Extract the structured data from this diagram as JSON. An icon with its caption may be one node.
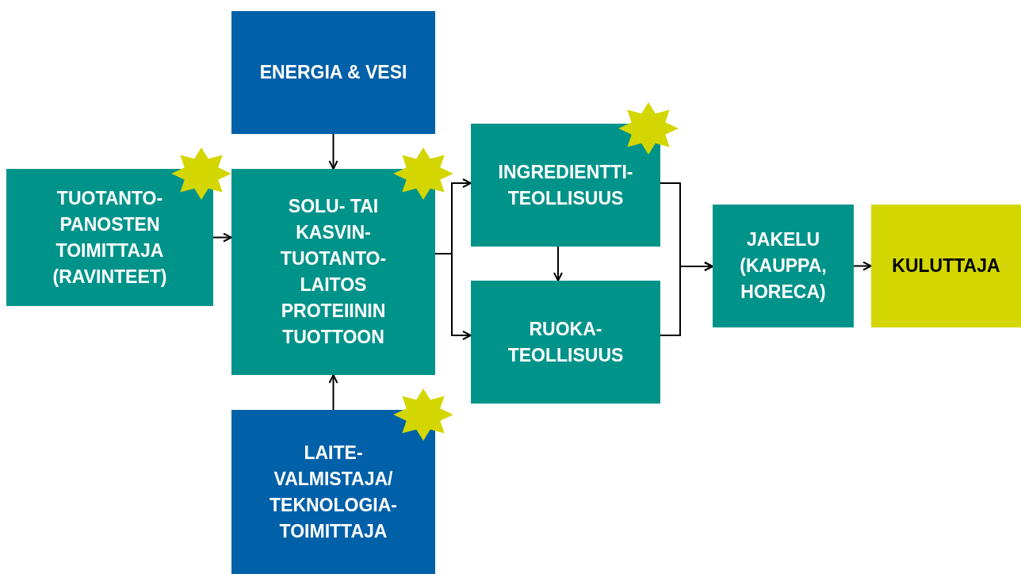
{
  "diagram": {
    "nodes": [
      {
        "text": [
          "ENERGIA & VESI"
        ]
      },
      {
        "text": [
          "TUOTANTO- PANOSTEN TOIMITTAJA (RAVINTEET)"
        ]
      },
      {
        "text": [
          "SOLU- TAI KASVIN- TUOTANTO- LAITOS PROTEIININ TUOTTOON"
        ]
      },
      {
        "text": [
          "INGREDIENTTI- TEOLLISUUS"
        ]
      },
      {
        "text": [
          "RUOKA- TEOLLISUUS"
        ]
      },
      {
        "text": [
          "JAKELU (KAUPPA, HORECA)"
        ]
      },
      {
        "text": [
          "KULUTTAJA"
        ]
      },
      {
        "text": [
          "LAITE- VALMISTAJA/ TEKNOLOGIA- TOIMITTAJA"
        ]
      }
    ],
    "edges": [
      {
        "from": 0,
        "to": 2,
        "arrow": "to"
      },
      {
        "from": 7,
        "to": 2,
        "arrow": "to"
      },
      {
        "from": 1,
        "to": 2,
        "arrow": "to"
      },
      {
        "from": 2,
        "to": 3,
        "arrow": "to"
      },
      {
        "from": 2,
        "to": 4,
        "arrow": "to"
      },
      {
        "from": 3,
        "to": 4,
        "arrow": "to"
      },
      {
        "from": 3,
        "to": 5,
        "arrow": "to"
      },
      {
        "from": 4,
        "to": 5,
        "arrow": "to"
      },
      {
        "from": 5,
        "to": 6,
        "arrow": "to"
      }
    ]
  }
}
